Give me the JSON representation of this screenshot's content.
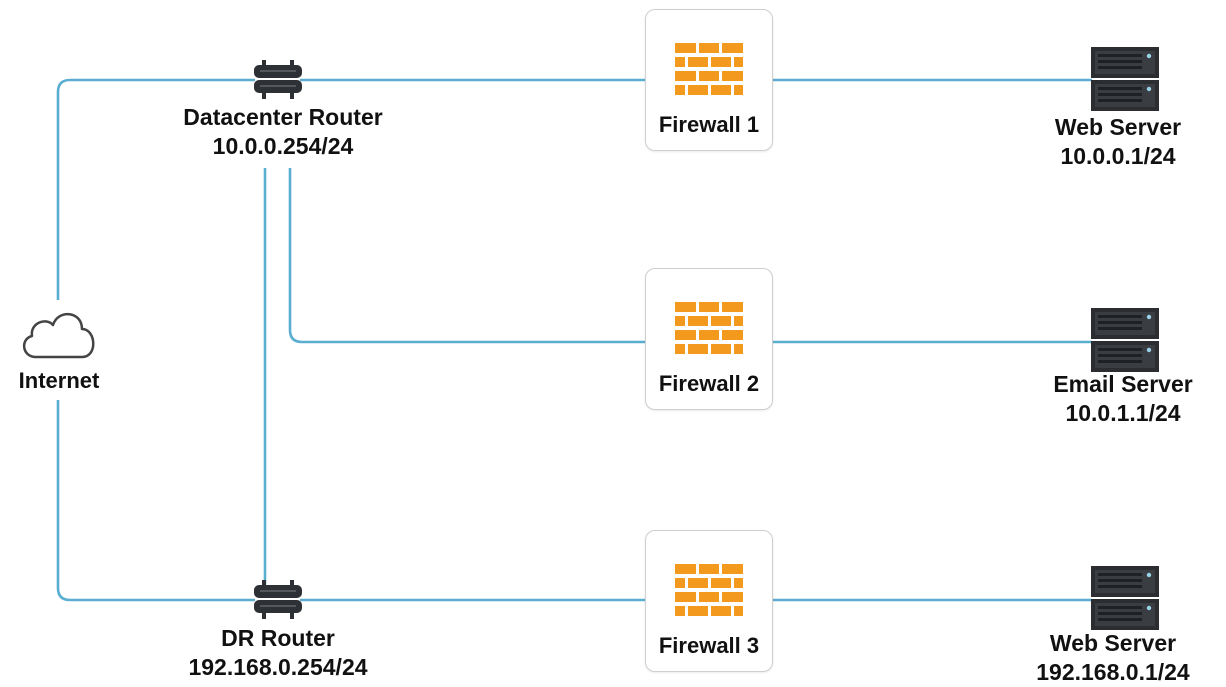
{
  "nodes": {
    "internet": {
      "label": "Internet",
      "icon": "cloud-icon"
    },
    "datacenter_router": {
      "name": "Datacenter Router",
      "ip": "10.0.0.254/24",
      "icon": "router-icon"
    },
    "dr_router": {
      "name": "DR Router",
      "ip": "192.168.0.254/24",
      "icon": "router-icon"
    },
    "firewall_1": {
      "label": "Firewall 1",
      "icon": "firewall-icon"
    },
    "firewall_2": {
      "label": "Firewall 2",
      "icon": "firewall-icon"
    },
    "firewall_3": {
      "label": "Firewall 3",
      "icon": "firewall-icon"
    },
    "web_server_1": {
      "name": "Web Server",
      "ip": "10.0.0.1/24",
      "icon": "server-icon"
    },
    "email_server": {
      "name": "Email Server",
      "ip": "10.0.1.1/24",
      "icon": "server-icon"
    },
    "web_server_2": {
      "name": "Web Server",
      "ip": "192.168.0.1/24",
      "icon": "server-icon"
    }
  },
  "colors": {
    "link": "#5aaed0",
    "firewall": "#f39a1e",
    "router": "#2d3034",
    "server": "#2b2d30",
    "cloud_outline": "#444444"
  }
}
